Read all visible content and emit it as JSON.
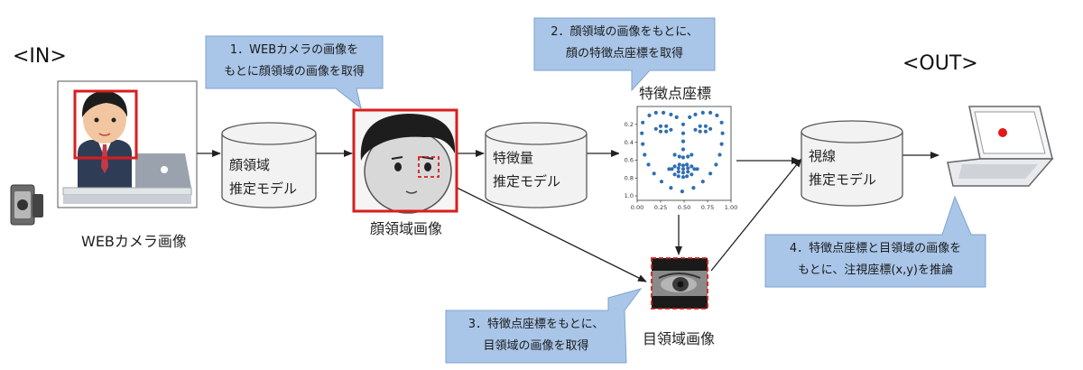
{
  "io": {
    "input_label": "<IN>",
    "output_label": "<OUT>"
  },
  "nodes": {
    "webcam_caption": "WEBカメラ画像",
    "face_model": [
      "顔領域",
      "推定モデル"
    ],
    "face_caption": "顔領域画像",
    "feature_model": [
      "特徴量",
      "推定モデル"
    ],
    "landmark_title": "特徴点座標",
    "eye_caption": "目領域画像",
    "gaze_model": [
      "視線",
      "推定モデル"
    ]
  },
  "callouts": {
    "step1": [
      "1．WEBカメラの画像を",
      "もとに顔領域の画像を取得"
    ],
    "step2": [
      "2．顔領域の画像をもとに、",
      "顔の特徴点座標を取得"
    ],
    "step3": [
      "3．特徴点座標をもとに、",
      "目領域の画像を取得"
    ],
    "step4": [
      "4．特徴点座標と目領域の画像を",
      "もとに、注視座標(x,y)を推論"
    ]
  },
  "landmark_plot": {
    "type": "scatter",
    "x_ticks": [
      "0.00",
      "0.25",
      "0.50",
      "0.75",
      "1.00"
    ],
    "y_ticks": [
      "0.2",
      "0.4",
      "0.6",
      "0.8",
      "1.0"
    ],
    "xlim": [
      0,
      1
    ],
    "ylim": [
      0,
      1.05
    ],
    "y_inverted": true,
    "point_color": "#2f6fb0",
    "points": [
      [
        0.06,
        0.18
      ],
      [
        0.05,
        0.3
      ],
      [
        0.06,
        0.42
      ],
      [
        0.08,
        0.54
      ],
      [
        0.12,
        0.65
      ],
      [
        0.18,
        0.75
      ],
      [
        0.26,
        0.84
      ],
      [
        0.36,
        0.91
      ],
      [
        0.48,
        0.95
      ],
      [
        0.6,
        0.91
      ],
      [
        0.7,
        0.84
      ],
      [
        0.78,
        0.75
      ],
      [
        0.84,
        0.65
      ],
      [
        0.88,
        0.54
      ],
      [
        0.9,
        0.42
      ],
      [
        0.91,
        0.3
      ],
      [
        0.9,
        0.18
      ],
      [
        0.13,
        0.1
      ],
      [
        0.2,
        0.07
      ],
      [
        0.28,
        0.07
      ],
      [
        0.36,
        0.09
      ],
      [
        0.42,
        0.12
      ],
      [
        0.56,
        0.12
      ],
      [
        0.62,
        0.09
      ],
      [
        0.7,
        0.07
      ],
      [
        0.78,
        0.07
      ],
      [
        0.85,
        0.1
      ],
      [
        0.49,
        0.2
      ],
      [
        0.49,
        0.3
      ],
      [
        0.49,
        0.39
      ],
      [
        0.49,
        0.48
      ],
      [
        0.4,
        0.54
      ],
      [
        0.45,
        0.56
      ],
      [
        0.49,
        0.57
      ],
      [
        0.54,
        0.56
      ],
      [
        0.58,
        0.54
      ],
      [
        0.2,
        0.25
      ],
      [
        0.25,
        0.22
      ],
      [
        0.31,
        0.22
      ],
      [
        0.36,
        0.26
      ],
      [
        0.31,
        0.28
      ],
      [
        0.25,
        0.28
      ],
      [
        0.62,
        0.26
      ],
      [
        0.67,
        0.22
      ],
      [
        0.73,
        0.22
      ],
      [
        0.78,
        0.25
      ],
      [
        0.73,
        0.28
      ],
      [
        0.67,
        0.28
      ],
      [
        0.34,
        0.7
      ],
      [
        0.4,
        0.67
      ],
      [
        0.45,
        0.65
      ],
      [
        0.49,
        0.66
      ],
      [
        0.53,
        0.65
      ],
      [
        0.58,
        0.67
      ],
      [
        0.64,
        0.7
      ],
      [
        0.58,
        0.76
      ],
      [
        0.53,
        0.78
      ],
      [
        0.49,
        0.79
      ],
      [
        0.44,
        0.78
      ],
      [
        0.4,
        0.76
      ],
      [
        0.37,
        0.7
      ],
      [
        0.44,
        0.69
      ],
      [
        0.49,
        0.7
      ],
      [
        0.54,
        0.69
      ],
      [
        0.61,
        0.7
      ],
      [
        0.54,
        0.73
      ],
      [
        0.49,
        0.74
      ],
      [
        0.44,
        0.73
      ]
    ]
  },
  "colors": {
    "arrow": "#222222",
    "highlight_red": "#d81e1e",
    "callout_fill": "#a9c6e8",
    "callout_stroke": "#7fa3cc",
    "cylinder_fill": "#f2f2f2",
    "cylinder_stroke": "#595959",
    "screen_dot": "#e51818"
  }
}
